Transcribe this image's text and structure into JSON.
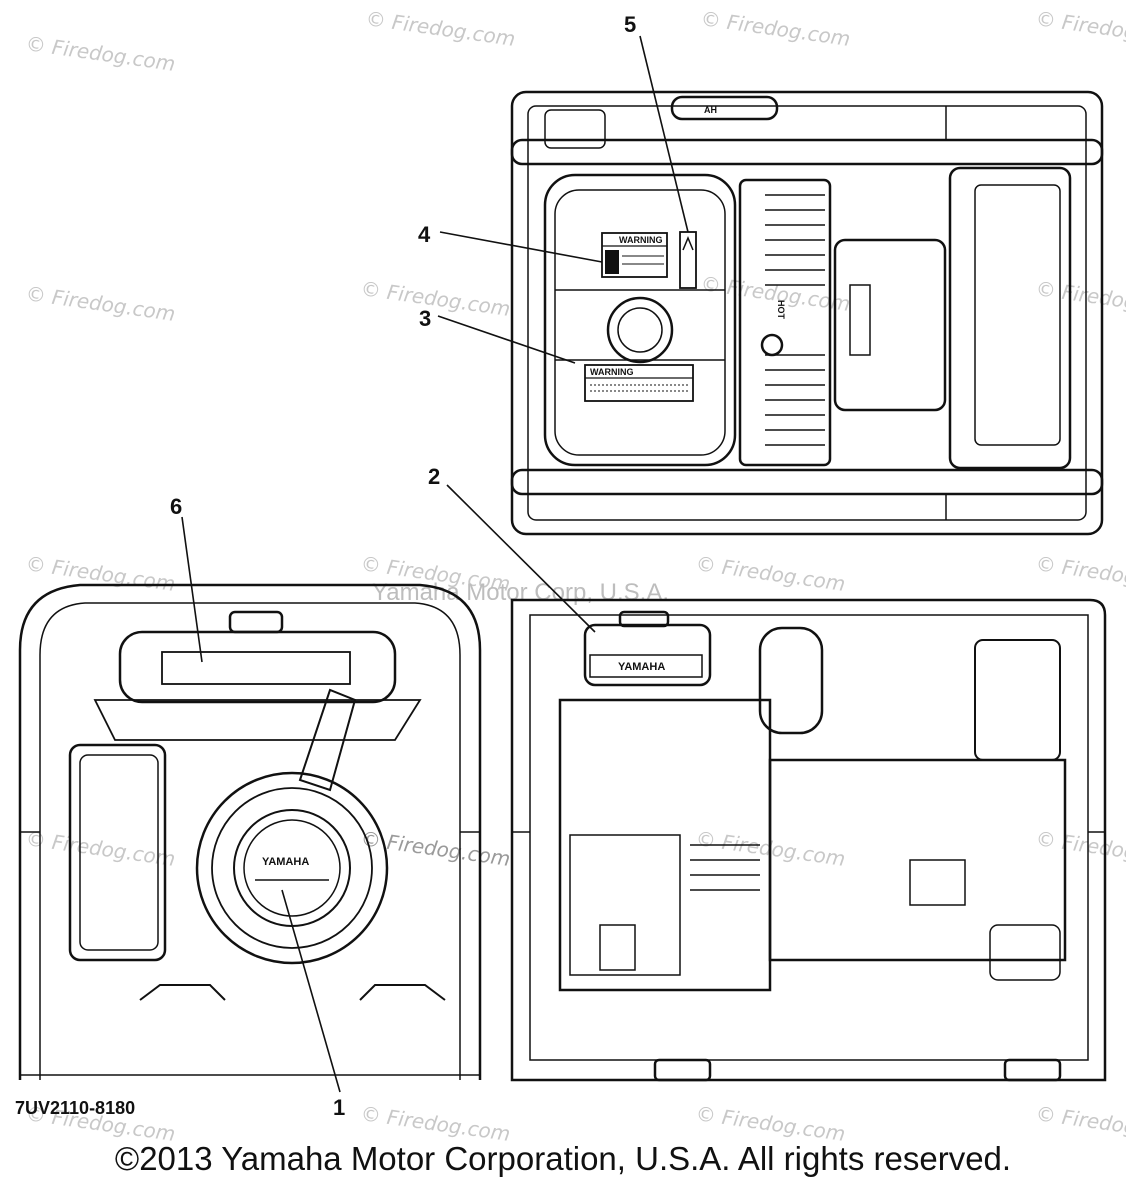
{
  "watermark": {
    "site": "© Firedog.com",
    "center": "Yamaha Motor Corp, U.S.A."
  },
  "callouts": [
    "1",
    "2",
    "3",
    "4",
    "5",
    "6"
  ],
  "labels": {
    "warning": "WARNING",
    "brand": "YAMAHA",
    "hot": "HOT",
    "ah": "AH"
  },
  "part_number": "7UV2110-8180",
  "copyright": "©2013 Yamaha Motor Corporation, U.S.A. All rights reserved."
}
